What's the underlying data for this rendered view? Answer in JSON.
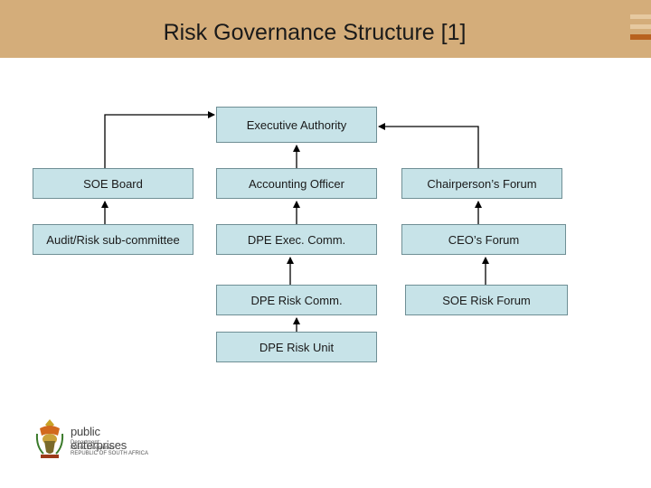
{
  "slide": {
    "title": "Risk Governance Structure [1]",
    "colors": {
      "header": "#d4ad7a",
      "box_fill": "#c7e3e8",
      "box_border": "#6f8f95",
      "accent_dark": "#b8621f",
      "accent_light": "#e6c9a0"
    }
  },
  "org": {
    "executive_authority": "Executive  Authority",
    "soe_board": "SOE Board",
    "accounting_officer": "Accounting Officer",
    "chairpersons_forum": "Chairperson’s Forum",
    "audit_risk_subcommittee": "Audit/Risk sub-committee",
    "dpe_exec_comm": "DPE Exec. Comm.",
    "ceos_forum": "CEO’s Forum",
    "dpe_risk_comm": "DPE Risk Comm.",
    "soe_risk_forum": "SOE Risk Forum",
    "dpe_risk_unit": "DPE Risk Unit"
  },
  "logo": {
    "name": "public enterprises",
    "line1": "Department:",
    "line2": "Public Enterprises",
    "line3": "REPUBLIC OF SOUTH AFRICA",
    "icon": "coat-of-arms-icon"
  }
}
